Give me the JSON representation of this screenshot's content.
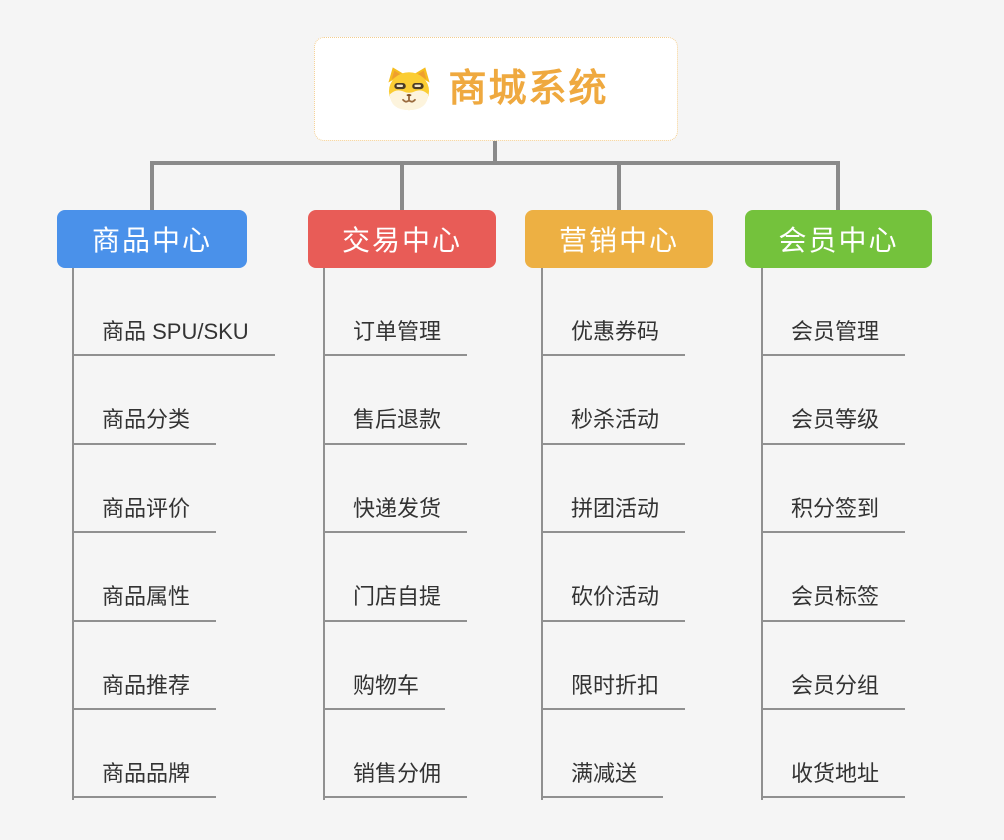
{
  "canvas": {
    "background_color": "#f5f5f5",
    "connector_color": "#8a8a8a",
    "leaf_line_color": "#909090"
  },
  "root": {
    "title": "商城系统",
    "title_color": "#efa93f",
    "border_color": "#f3cd8e",
    "icon": "shiba-dog-icon"
  },
  "branches": [
    {
      "id": "product-center",
      "label": "商品中心",
      "color": "#4a91ea",
      "children": [
        "商品 SPU/SKU",
        "商品分类",
        "商品评价",
        "商品属性",
        "商品推荐",
        "商品品牌"
      ]
    },
    {
      "id": "trade-center",
      "label": "交易中心",
      "color": "#e85c57",
      "children": [
        "订单管理",
        "售后退款",
        "快递发货",
        "门店自提",
        "购物车",
        "销售分佣"
      ]
    },
    {
      "id": "marketing-center",
      "label": "营销中心",
      "color": "#edb043",
      "children": [
        "优惠券码",
        "秒杀活动",
        "拼团活动",
        "砍价活动",
        "限时折扣",
        "满减送"
      ]
    },
    {
      "id": "member-center",
      "label": "会员中心",
      "color": "#74c23c",
      "children": [
        "会员管理",
        "会员等级",
        "积分签到",
        "会员标签",
        "会员分组",
        "收货地址"
      ]
    }
  ]
}
